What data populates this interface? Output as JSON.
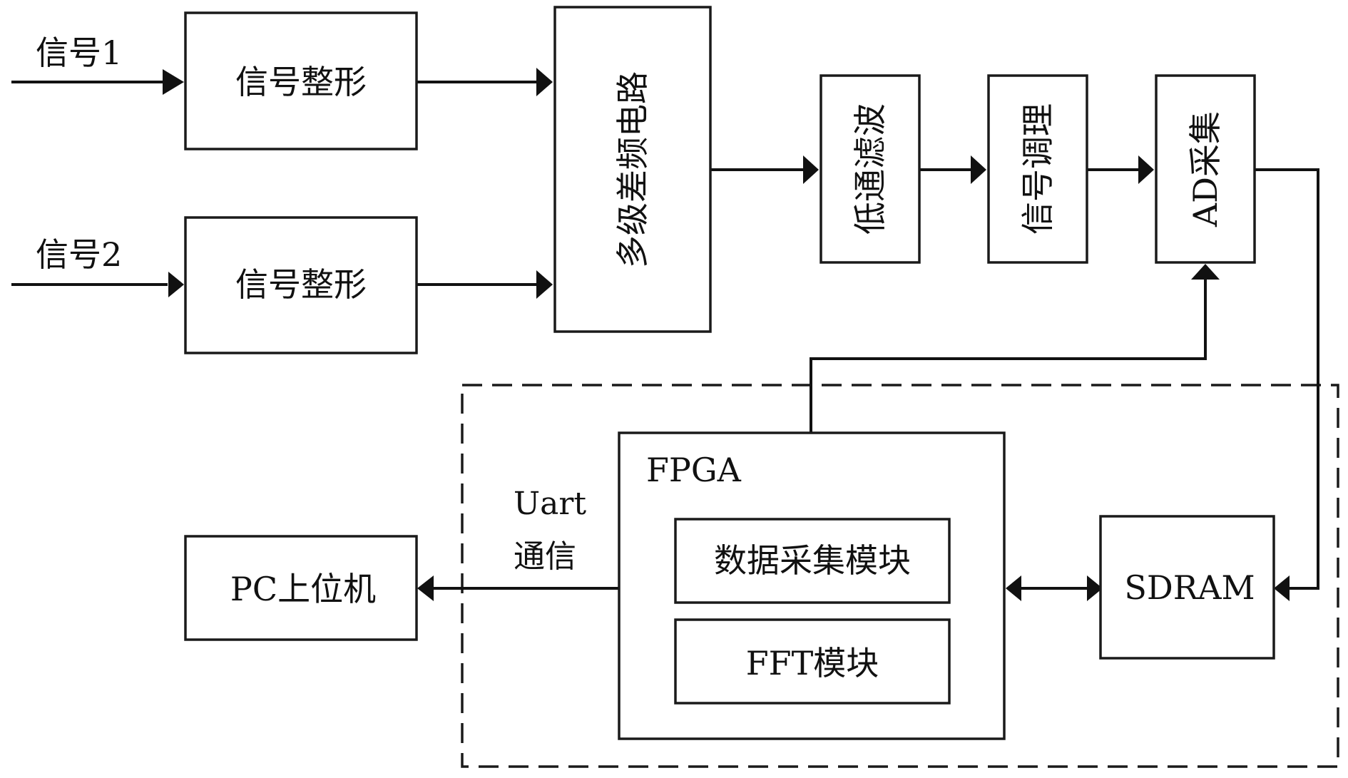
{
  "inputs": {
    "signal1": "信号1",
    "signal2": "信号2"
  },
  "blocks": {
    "shaping1": "信号整形",
    "shaping2": "信号整形",
    "mixer": "多级差频电路",
    "lowpass": "低通滤波",
    "conditioning": "信号调理",
    "ad": "AD采集",
    "fpga": "FPGA",
    "data_acq_module": "数据采集模块",
    "fft_module": "FFT模块",
    "sdram": "SDRAM",
    "pc": "PC上位机"
  },
  "uart": {
    "line1": "Uart",
    "line2": "通信"
  }
}
